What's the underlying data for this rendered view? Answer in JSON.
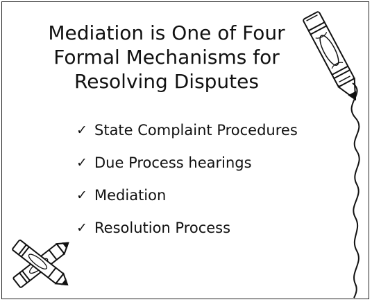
{
  "slide": {
    "title_lines": [
      "Mediation is One of Four",
      "Formal Mechanisms for",
      "Resolving Disputes"
    ],
    "bullets": [
      {
        "icon": "check-icon",
        "text": "State Complaint Procedures"
      },
      {
        "icon": "check-icon",
        "text": "Due Process hearings"
      },
      {
        "icon": "check-icon",
        "text": "Mediation"
      },
      {
        "icon": "check-icon",
        "text": "Resolution Process"
      }
    ],
    "check_glyph": "✓",
    "colors": {
      "ink": "#111111",
      "background": "#ffffff"
    },
    "decorations": [
      "crayon-icon",
      "squiggle-border",
      "crossed-crayons-icon"
    ]
  }
}
